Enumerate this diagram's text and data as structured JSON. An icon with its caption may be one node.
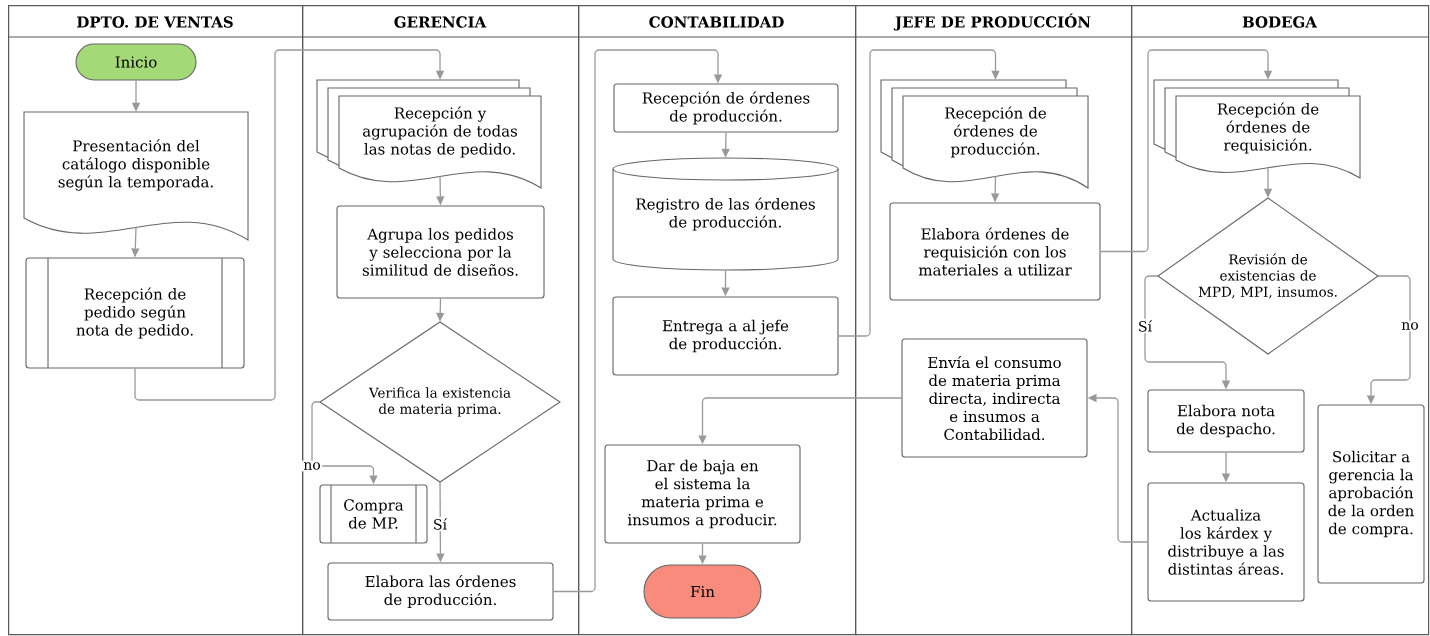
{
  "diagram": {
    "nodes": [
      {
        "text": [
          "DPTO. DE VENTAS"
        ]
      },
      {
        "text": [
          "GERENCIA"
        ]
      },
      {
        "text": [
          "CONTABILIDAD"
        ]
      },
      {
        "text": [
          "JEFE DE PRODUCCIÓN"
        ]
      },
      {
        "text": [
          "BODEGA"
        ]
      },
      {
        "text": [
          "Inicio"
        ],
        "in": 0
      },
      {
        "text": [
          "Presentación del catálogo disponible según la temporada."
        ],
        "in": 0
      },
      {
        "text": [
          "Recepción de pedido según nota de pedido."
        ],
        "in": 0
      },
      {
        "text": [
          "Recepción y agrupación de todas las notas de pedido."
        ],
        "in": 1
      },
      {
        "text": [
          "Agrupa los pedidos y selecciona por la similitud de diseños."
        ],
        "in": 1
      },
      {
        "text": [
          "Verifica la existencia de materia prima."
        ],
        "in": 1
      },
      {
        "text": [
          "Compra de MP."
        ],
        "in": 1
      },
      {
        "text": [
          "Elabora las órdenes de producción."
        ],
        "in": 1
      },
      {
        "text": [
          "Recepción de órdenes de producción."
        ],
        "in": 2
      },
      {
        "text": [
          "Registro de las órdenes de producción."
        ],
        "in": 2
      },
      {
        "text": [
          "Entrega a al jefe de producción."
        ],
        "in": 2
      },
      {
        "text": [
          "Dar de baja en el sistema la materia prima e insumos a producir."
        ],
        "in": 2
      },
      {
        "text": [
          "Fin"
        ],
        "in": 2
      },
      {
        "text": [
          "Recepción de órdenes de producción."
        ],
        "in": 3
      },
      {
        "text": [
          "Elabora órdenes de requisición con los materiales a utilizar"
        ],
        "in": 3
      },
      {
        "text": [
          "Envía el consumo de materia prima directa, indirecta e insumos a Contabilidad."
        ],
        "in": 3
      },
      {
        "text": [
          "Recepción de órdenes de requisición."
        ],
        "in": 4
      },
      {
        "text": [
          "Revisión de existencias de MPD, MPI, insumos."
        ],
        "in": 4
      },
      {
        "text": [
          "Elabora nota de despacho."
        ],
        "in": 4
      },
      {
        "text": [
          "Actualiza los kárdex y distribuye a las distintas áreas."
        ],
        "in": 4
      },
      {
        "text": [
          "Solicitar a gerencia la aprobación de la orden de compra."
        ],
        "in": 4
      }
    ],
    "edges": [
      {
        "from": 5,
        "to": 6,
        "arrow": "to"
      },
      {
        "from": 6,
        "to": 7,
        "arrow": "to"
      },
      {
        "from": 7,
        "to": 8,
        "arrow": "to"
      },
      {
        "from": 8,
        "to": 9,
        "arrow": "to"
      },
      {
        "from": 9,
        "to": 10,
        "arrow": "to"
      },
      {
        "from": 10,
        "to": 11,
        "arrow": "to",
        "label": "no"
      },
      {
        "from": 10,
        "to": 12,
        "arrow": "to",
        "label": "Sí"
      },
      {
        "from": 12,
        "to": 13,
        "arrow": "to"
      },
      {
        "from": 13,
        "to": 14,
        "arrow": "to"
      },
      {
        "from": 14,
        "to": 15,
        "arrow": "to"
      },
      {
        "from": 15,
        "to": 18,
        "arrow": "to"
      },
      {
        "from": 18,
        "to": 19,
        "arrow": "to"
      },
      {
        "from": 19,
        "to": 21,
        "arrow": "to"
      },
      {
        "from": 21,
        "to": 22,
        "arrow": "to"
      },
      {
        "from": 22,
        "to": 23,
        "arrow": "to",
        "label": "Sí"
      },
      {
        "from": 22,
        "to": 25,
        "arrow": "to",
        "label": "no"
      },
      {
        "from": 23,
        "to": 24,
        "arrow": "to"
      },
      {
        "from": 24,
        "to": 20,
        "arrow": "to"
      },
      {
        "from": 20,
        "to": 16,
        "arrow": "to"
      },
      {
        "from": 16,
        "to": 17,
        "arrow": "to"
      }
    ]
  }
}
